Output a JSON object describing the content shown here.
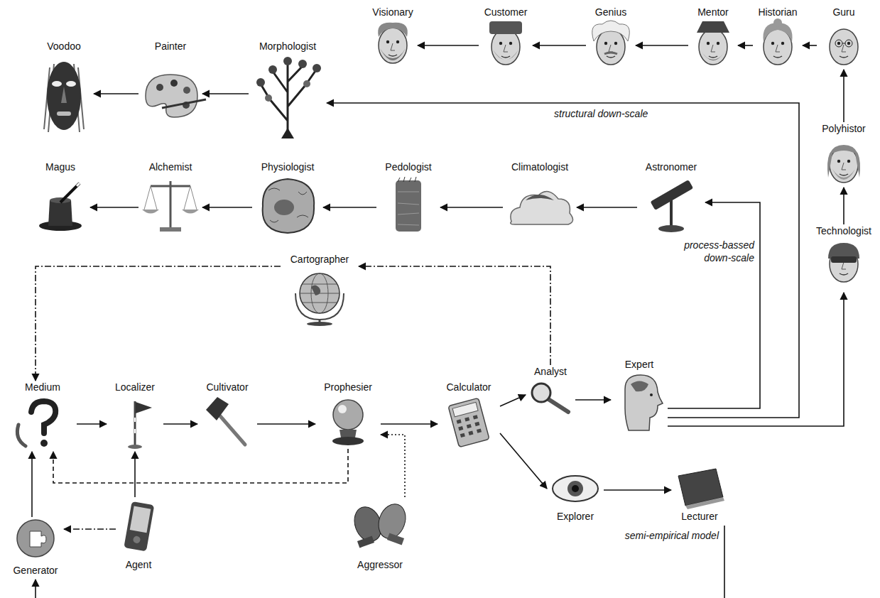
{
  "diagram": {
    "nodes": [
      {
        "text": [
          "Visionary"
        ]
      },
      {
        "text": [
          "Customer"
        ]
      },
      {
        "text": [
          "Genius"
        ]
      },
      {
        "text": [
          "Mentor"
        ]
      },
      {
        "text": [
          "Historian"
        ]
      },
      {
        "text": [
          "Guru"
        ]
      },
      {
        "text": [
          "Voodoo"
        ]
      },
      {
        "text": [
          "Painter"
        ]
      },
      {
        "text": [
          "Morphologist"
        ]
      },
      {
        "text": [
          "Polyhistor"
        ]
      },
      {
        "text": [
          "Magus"
        ]
      },
      {
        "text": [
          "Alchemist"
        ]
      },
      {
        "text": [
          "Physiologist"
        ]
      },
      {
        "text": [
          "Pedologist"
        ]
      },
      {
        "text": [
          "Climatologist"
        ]
      },
      {
        "text": [
          "Astronomer"
        ]
      },
      {
        "text": [
          "Technologist"
        ]
      },
      {
        "text": [
          "Cartographer"
        ]
      },
      {
        "text": [
          "Analyst"
        ]
      },
      {
        "text": [
          "Expert"
        ]
      },
      {
        "text": [
          "Medium"
        ]
      },
      {
        "text": [
          "Localizer"
        ]
      },
      {
        "text": [
          "Cultivator"
        ]
      },
      {
        "text": [
          "Prophesier"
        ]
      },
      {
        "text": [
          "Calculator"
        ]
      },
      {
        "text": [
          "Explorer"
        ]
      },
      {
        "text": [
          "Lecturer"
        ]
      },
      {
        "text": [
          "Generator"
        ]
      },
      {
        "text": [
          "Agent"
        ]
      },
      {
        "text": [
          "Aggressor"
        ]
      }
    ],
    "edges": [
      {
        "from": 5,
        "to": 4,
        "arrow": "to"
      },
      {
        "from": 4,
        "to": 3,
        "arrow": "to"
      },
      {
        "from": 3,
        "to": 2,
        "arrow": "to"
      },
      {
        "from": 2,
        "to": 1,
        "arrow": "to"
      },
      {
        "from": 1,
        "to": 0,
        "arrow": "to"
      },
      {
        "from": 8,
        "to": 7,
        "arrow": "to"
      },
      {
        "from": 7,
        "to": 6,
        "arrow": "to"
      },
      {
        "from": 15,
        "to": 14,
        "arrow": "to"
      },
      {
        "from": 14,
        "to": 13,
        "arrow": "to"
      },
      {
        "from": 13,
        "to": 12,
        "arrow": "to"
      },
      {
        "from": 12,
        "to": 11,
        "arrow": "to"
      },
      {
        "from": 11,
        "to": 10,
        "arrow": "to"
      },
      {
        "from": 19,
        "to": 15,
        "label": "process-bassed down-scale",
        "arrow": "to"
      },
      {
        "from": 19,
        "to": 8,
        "label": "structural down-scale",
        "arrow": "to"
      },
      {
        "from": 19,
        "to": 16,
        "arrow": "to"
      },
      {
        "from": 16,
        "to": 9,
        "arrow": "to"
      },
      {
        "from": 9,
        "to": 5,
        "arrow": "to"
      },
      {
        "from": 18,
        "to": 17,
        "arrow": "to"
      },
      {
        "from": 17,
        "to": 20,
        "arrow": "to"
      },
      {
        "from": 20,
        "to": 21,
        "arrow": "to"
      },
      {
        "from": 21,
        "to": 22,
        "arrow": "to"
      },
      {
        "from": 22,
        "to": 23,
        "arrow": "to"
      },
      {
        "from": 23,
        "to": 24,
        "arrow": "to"
      },
      {
        "from": 24,
        "to": 18,
        "arrow": "to"
      },
      {
        "from": 18,
        "to": 19,
        "arrow": "to"
      },
      {
        "from": 24,
        "to": 25,
        "arrow": "to"
      },
      {
        "from": 25,
        "to": 26,
        "arrow": "to"
      },
      {
        "from": 27,
        "to": 20,
        "arrow": "to"
      },
      {
        "from": 28,
        "to": 21,
        "arrow": "to"
      },
      {
        "from": 28,
        "to": 27,
        "arrow": "to"
      },
      {
        "from": 23,
        "to": 20,
        "arrow": "to"
      },
      {
        "from": 29,
        "to": 23,
        "arrow": "to"
      }
    ],
    "labels": [
      "semi-empirical model"
    ]
  }
}
